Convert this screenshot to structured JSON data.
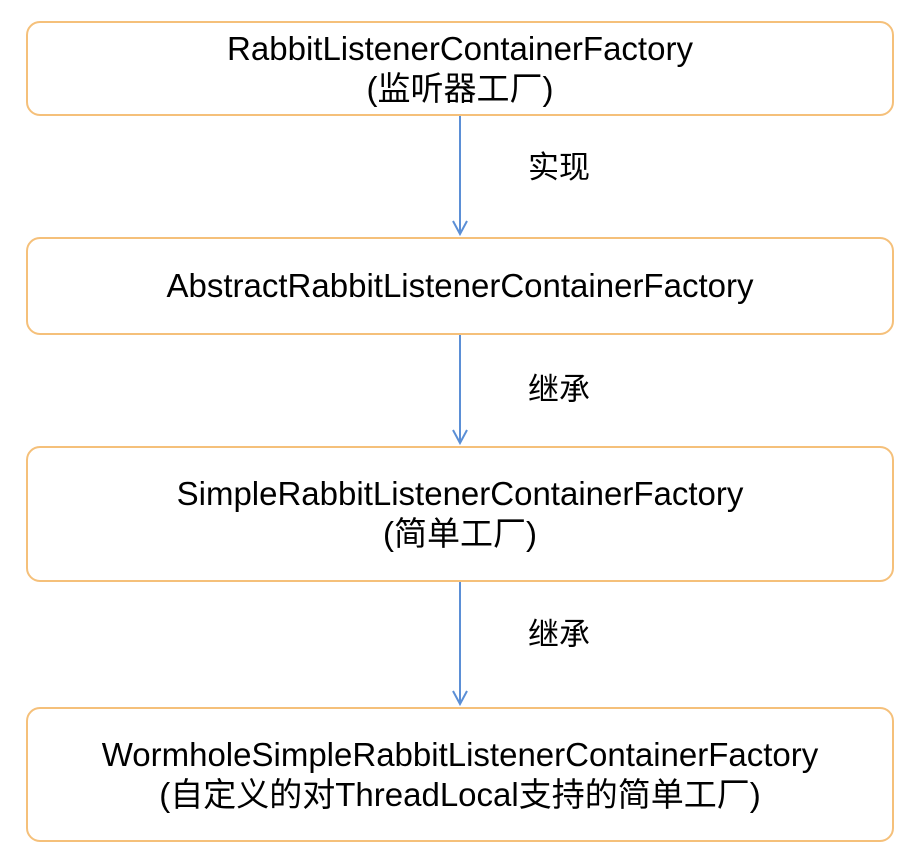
{
  "nodes": [
    {
      "line1": "RabbitListenerContainerFactory",
      "line2": "(监听器工厂)"
    },
    {
      "line1": "AbstractRabbitListenerContainerFactory",
      "line2": ""
    },
    {
      "line1": "SimpleRabbitListenerContainerFactory",
      "line2": "(简单工厂)"
    },
    {
      "line1": "WormholeSimpleRabbitListenerContainerFactory",
      "line2": "(自定义的对ThreadLocal支持的简单工厂)"
    }
  ],
  "edges": [
    {
      "label": "实现"
    },
    {
      "label": "继承"
    },
    {
      "label": "继承"
    }
  ],
  "colors": {
    "box_border": "#f5c07a",
    "arrow": "#5b8fd6"
  }
}
